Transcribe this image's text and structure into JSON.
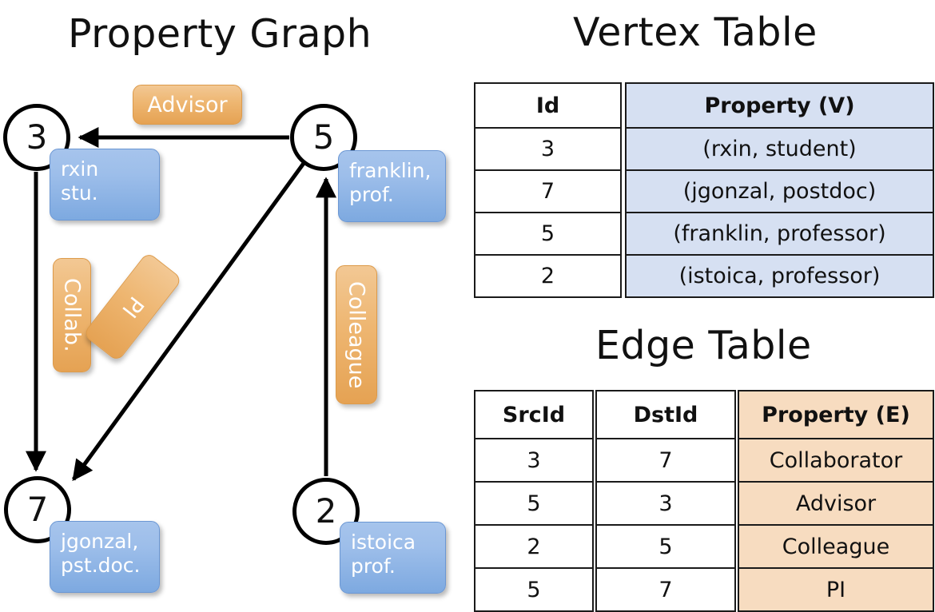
{
  "titles": {
    "property_graph": "Property Graph",
    "vertex_table": "Vertex Table",
    "edge_table": "Edge Table"
  },
  "graph": {
    "nodes": [
      {
        "id": "3",
        "property": "rxin\nstu."
      },
      {
        "id": "5",
        "property": "franklin,\nprof."
      },
      {
        "id": "7",
        "property": "jgonzal,\npst.doc."
      },
      {
        "id": "2",
        "property": "istoica\nprof."
      }
    ],
    "node_labels": {
      "n3": "3",
      "n5": "5",
      "n7": "7",
      "n2": "2"
    },
    "property_labels": {
      "rxin_line1": "rxin",
      "rxin_line2": "stu.",
      "franklin_line1": "franklin,",
      "franklin_line2": "prof.",
      "jgonzal_line1": "jgonzal,",
      "jgonzal_line2": "pst.doc.",
      "istoica_line1": "istoica",
      "istoica_line2": "prof."
    },
    "edge_labels": {
      "advisor": "Advisor",
      "collab": "Collab.",
      "pi": "PI",
      "colleague": "Colleague"
    },
    "edges": [
      {
        "from": "5",
        "to": "3",
        "label": "Advisor"
      },
      {
        "from": "3",
        "to": "7",
        "label": "Collab."
      },
      {
        "from": "5",
        "to": "7",
        "label": "PI"
      },
      {
        "from": "2",
        "to": "5",
        "label": "Colleague"
      }
    ]
  },
  "vertex_table": {
    "columns": [
      "Id",
      "Property (V)"
    ],
    "rows": [
      {
        "id": "3",
        "property": "(rxin, student)"
      },
      {
        "id": "7",
        "property": "(jgonzal, postdoc)"
      },
      {
        "id": "5",
        "property": "(franklin, professor)"
      },
      {
        "id": "2",
        "property": "(istoica, professor)"
      }
    ]
  },
  "edge_table": {
    "columns": [
      "SrcId",
      "DstId",
      "Property (E)"
    ],
    "rows": [
      {
        "src": "3",
        "dst": "7",
        "property": "Collaborator"
      },
      {
        "src": "5",
        "dst": "3",
        "property": "Advisor"
      },
      {
        "src": "2",
        "dst": "5",
        "property": "Colleague"
      },
      {
        "src": "5",
        "dst": "7",
        "property": "PI"
      }
    ]
  },
  "colors": {
    "vertex_property_fill": "#d6e0f2",
    "edge_property_fill": "#f7dcc0",
    "node_box_blue": "#9dbeea",
    "edge_label_orange": "#eeb671",
    "stroke": "#000000",
    "background": "#ffffff"
  }
}
